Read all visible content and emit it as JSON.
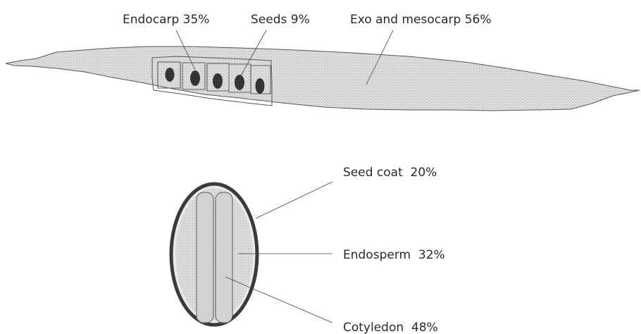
{
  "pod": {
    "labels": {
      "endocarp": "Endocarp 35%",
      "seeds": "Seeds 9%",
      "exo_mesocarp": "Exo and mesocarp 56%"
    },
    "seed_count": 5
  },
  "seed": {
    "labels": {
      "seed_coat": "Seed coat  20%",
      "endosperm": "Endosperm  32%",
      "cotyledon": "Cotyledon  48%"
    }
  },
  "colors": {
    "fill_stipple": "#c9c9c9",
    "outline": "#555555",
    "seed_dark": "#2b2b2b",
    "coat_ring": "#3a3a3a",
    "text": "#2a2a2a"
  }
}
